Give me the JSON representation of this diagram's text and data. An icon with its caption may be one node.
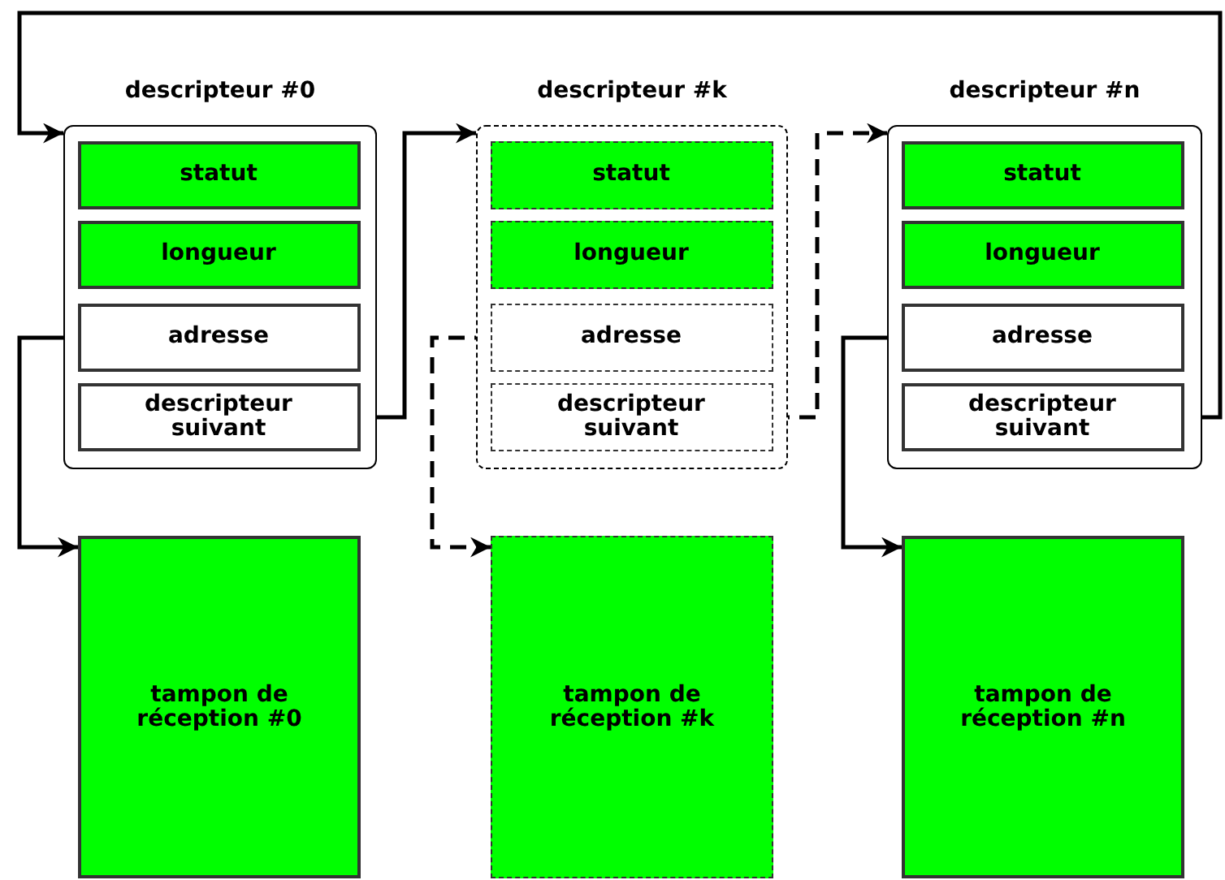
{
  "diagram": {
    "nodes": [
      {
        "text": [
          "descripteur #0"
        ]
      },
      {
        "text": [
          "statut"
        ],
        "in": 0
      },
      {
        "text": [
          "longueur"
        ],
        "in": 0
      },
      {
        "text": [
          "adresse"
        ],
        "in": 0
      },
      {
        "text": [
          "descripteur suivant"
        ],
        "in": 0
      },
      {
        "text": [
          "descripteur #k"
        ]
      },
      {
        "text": [
          "statut"
        ],
        "in": 5
      },
      {
        "text": [
          "longueur"
        ],
        "in": 5
      },
      {
        "text": [
          "adresse"
        ],
        "in": 5
      },
      {
        "text": [
          "descripteur suivant"
        ],
        "in": 5
      },
      {
        "text": [
          "descripteur #n"
        ]
      },
      {
        "text": [
          "statut"
        ],
        "in": 10
      },
      {
        "text": [
          "longueur"
        ],
        "in": 10
      },
      {
        "text": [
          "adresse"
        ],
        "in": 10
      },
      {
        "text": [
          "descripteur suivant"
        ],
        "in": 10
      },
      {
        "text": [
          "tampon de réception #0"
        ]
      },
      {
        "text": [
          "tampon de réception #k"
        ]
      },
      {
        "text": [
          "tampon de réception #n"
        ]
      }
    ],
    "edges": [
      {
        "from": 3,
        "to": 15,
        "arrow": "to"
      },
      {
        "from": 4,
        "to": 5,
        "arrow": "to"
      },
      {
        "from": 8,
        "to": 16,
        "arrow": "to",
        "style": "dashed"
      },
      {
        "from": 9,
        "to": 10,
        "arrow": "to",
        "style": "dashed"
      },
      {
        "from": 13,
        "to": 17,
        "arrow": "to"
      },
      {
        "from": 14,
        "to": 0,
        "arrow": "to"
      }
    ]
  }
}
